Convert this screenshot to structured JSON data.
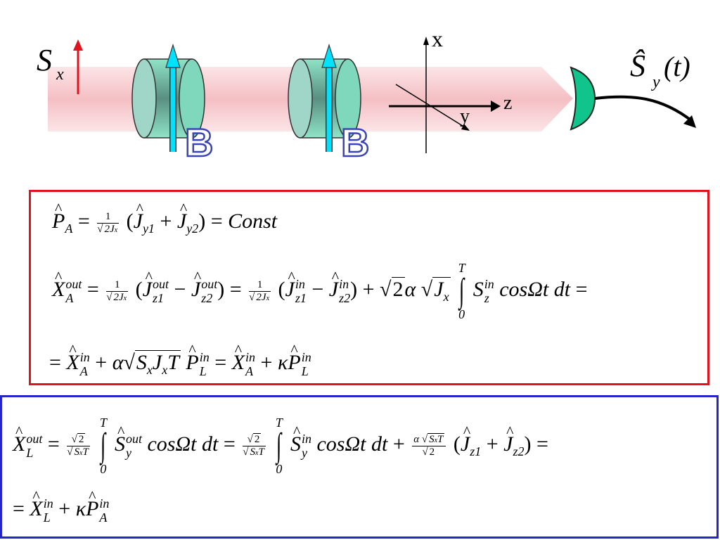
{
  "diagram": {
    "labels": {
      "s_base": "S",
      "s_sub": "x",
      "axis_x": "x",
      "axis_y": "y",
      "axis_z": "z",
      "det_hat": "Ŝ",
      "det_sub": "y",
      "det_arg": "(t)",
      "cell1_field": "B",
      "cell2_field": "B"
    }
  },
  "colors": {
    "beam": "#f8c8cc",
    "cell": "#70d4b4",
    "field_arrow": "#00e0ff",
    "detector": "#10c48c",
    "box_red": "#e0141e",
    "box_blue": "#2424c8",
    "spin_arrow": "#e0141e",
    "b_letter": "#3a44b8"
  },
  "equations": {
    "eq1": {
      "P": "P",
      "P_sub": "A",
      "eq": "=",
      "frac_num": "1",
      "frac_den": "2J",
      "frac_den_sub": "x",
      "open": "(",
      "J1": "J",
      "J1_sub": "y1",
      "plus": "+",
      "J2": "J",
      "J2_sub": "y2",
      "close": ")",
      "eq2": "=",
      "rhs": "Const"
    },
    "eq2": {
      "X": "X",
      "X_sup": "out",
      "X_sub": "A",
      "eq": "=",
      "f1_num": "1",
      "f1_den": "2J",
      "f1_den_sub": "x",
      "open": "(",
      "Ja": "J",
      "Ja_sup": "out",
      "Ja_sub": "z1",
      "minus": "−",
      "Jb": "J",
      "Jb_sup": "out",
      "Jb_sub": "z2",
      "close": ")",
      "eq2": "=",
      "f2_num": "1",
      "f2_den": "2J",
      "f2_den_sub": "x",
      "open2": "(",
      "Jc": "J",
      "Jc_sup": "in",
      "Jc_sub": "z1",
      "minus2": "−",
      "Jd": "J",
      "Jd_sup": "in",
      "Jd_sub": "z2",
      "close2": ")",
      "plus": "+",
      "sqrt2": "2",
      "alpha": "α",
      "sqrtJ": "J",
      "sqrtJ_sub": "x",
      "int_upper": "T",
      "int_lower": "0",
      "S": "S",
      "S_sup": "in",
      "S_sub": "z",
      "cos": "cosΩt dt",
      "eq3": "="
    },
    "eq3": {
      "eq": "=",
      "X": "X",
      "X_sup": "in",
      "X_sub": "A",
      "plus": "+",
      "alpha": "α",
      "root_S": "S",
      "root_S_sub": "x",
      "root_J": "J",
      "root_J_sub": "x",
      "root_T": "T",
      "P": "P",
      "P_sup": "in",
      "P_sub": "L",
      "eq2": "=",
      "X2": "X",
      "X2_sup": "in",
      "X2_sub": "A",
      "plus2": "+",
      "kappa": "κ",
      "P2": "P",
      "P2_sup": "in",
      "P2_sub": "L"
    },
    "eq4": {
      "X": "X",
      "X_sup": "out",
      "X_sub": "L",
      "eq": "=",
      "f1_num": "2",
      "f1_den": "S",
      "f1_den_sub": "x",
      "f1_den_T": "T",
      "int_upper": "T",
      "int_lower": "0",
      "S": "S",
      "S_sup": "out",
      "S_sub": "y",
      "cos": "cosΩt dt",
      "eq2": "=",
      "f2_num": "2",
      "f2_den": "S",
      "f2_den_sub": "x",
      "f2_den_T": "T",
      "int2_upper": "T",
      "int2_lower": "0",
      "S2": "S",
      "S2_sup": "in",
      "S2_sub": "y",
      "cos2": "cosΩt dt",
      "plus": "+",
      "f3_alpha": "α",
      "f3_S": "S",
      "f3_S_sub": "x",
      "f3_T": "T",
      "f3_den": "2",
      "open": "(",
      "Ja": "J",
      "Ja_sub": "z1",
      "plus2": "+",
      "Jb": "J",
      "Jb_sub": "z2",
      "close": ")",
      "eq3": "="
    },
    "eq5": {
      "eq": "=",
      "X": "X",
      "X_sup": "in",
      "X_sub": "L",
      "plus": "+",
      "kappa": "κ",
      "P": "P",
      "P_sup": "in",
      "P_sub": "A"
    }
  }
}
